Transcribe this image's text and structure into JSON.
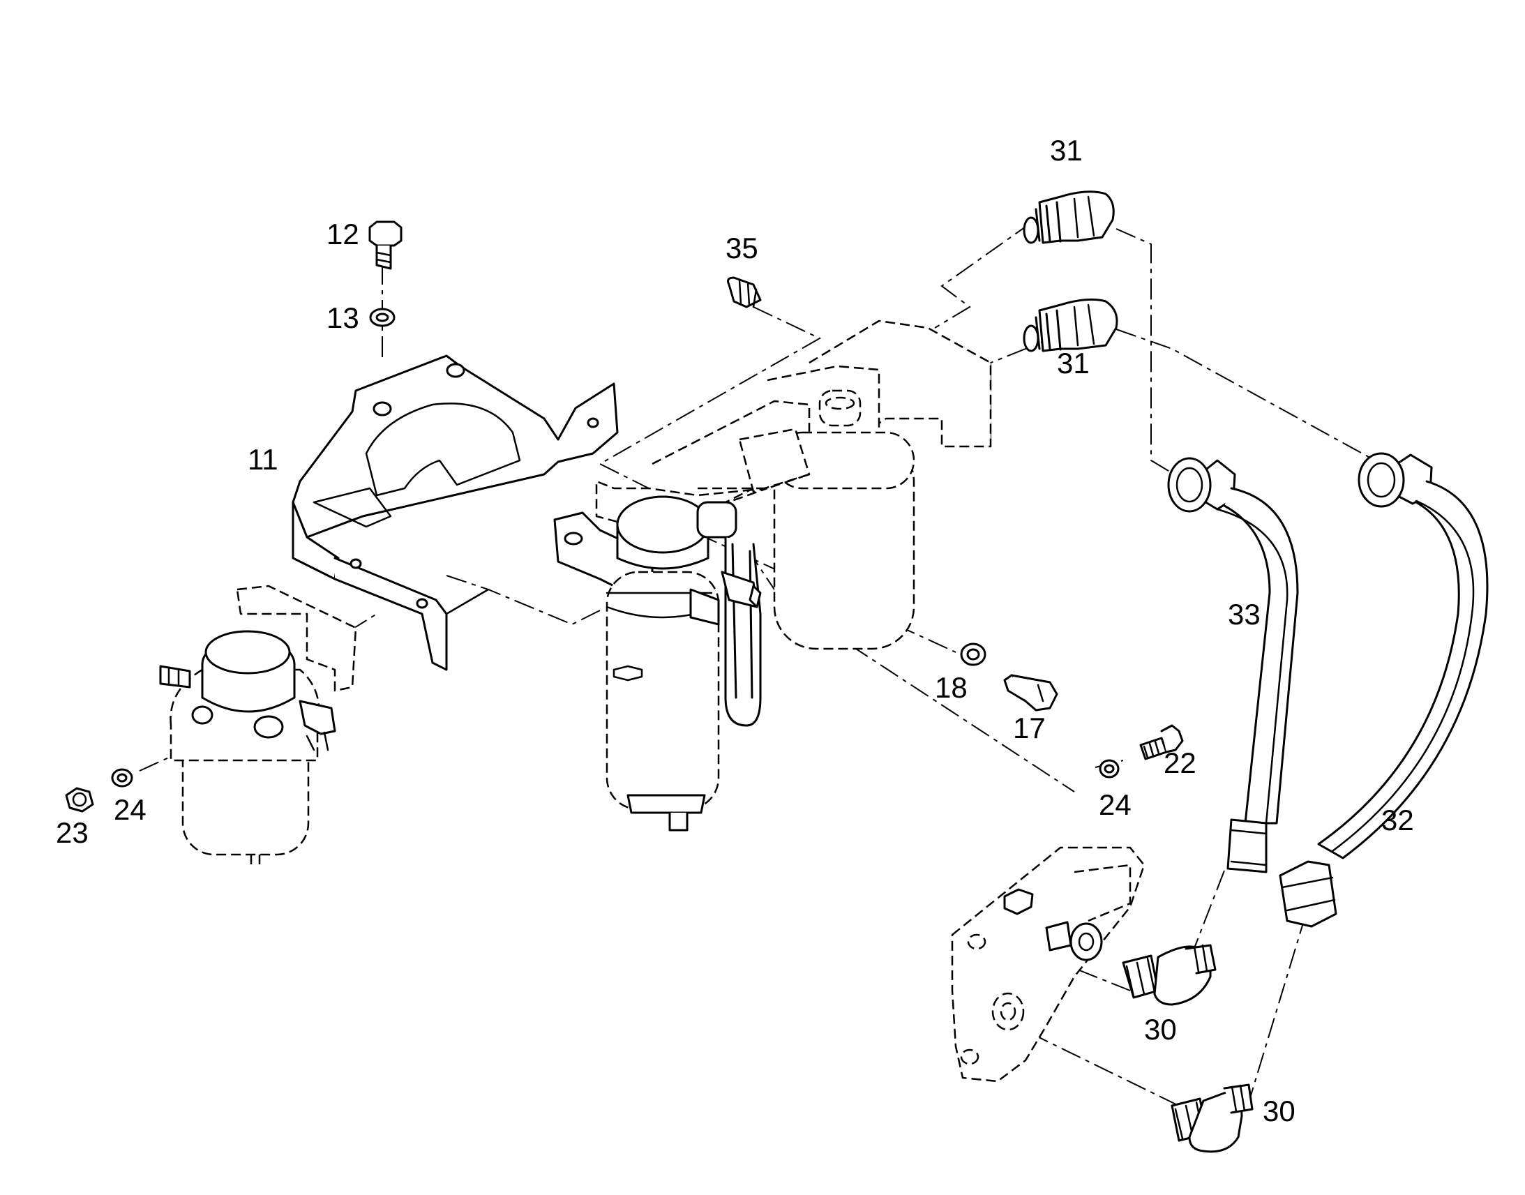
{
  "labels": {
    "l11": "11",
    "l12": "12",
    "l13": "13",
    "l17": "17",
    "l18": "18",
    "l22": "22",
    "l23": "23",
    "l24a": "24",
    "l24b": "24",
    "l30a": "30",
    "l30b": "30",
    "l31a": "31",
    "l31b": "31",
    "l32": "32",
    "l33": "33",
    "l35": "35"
  }
}
